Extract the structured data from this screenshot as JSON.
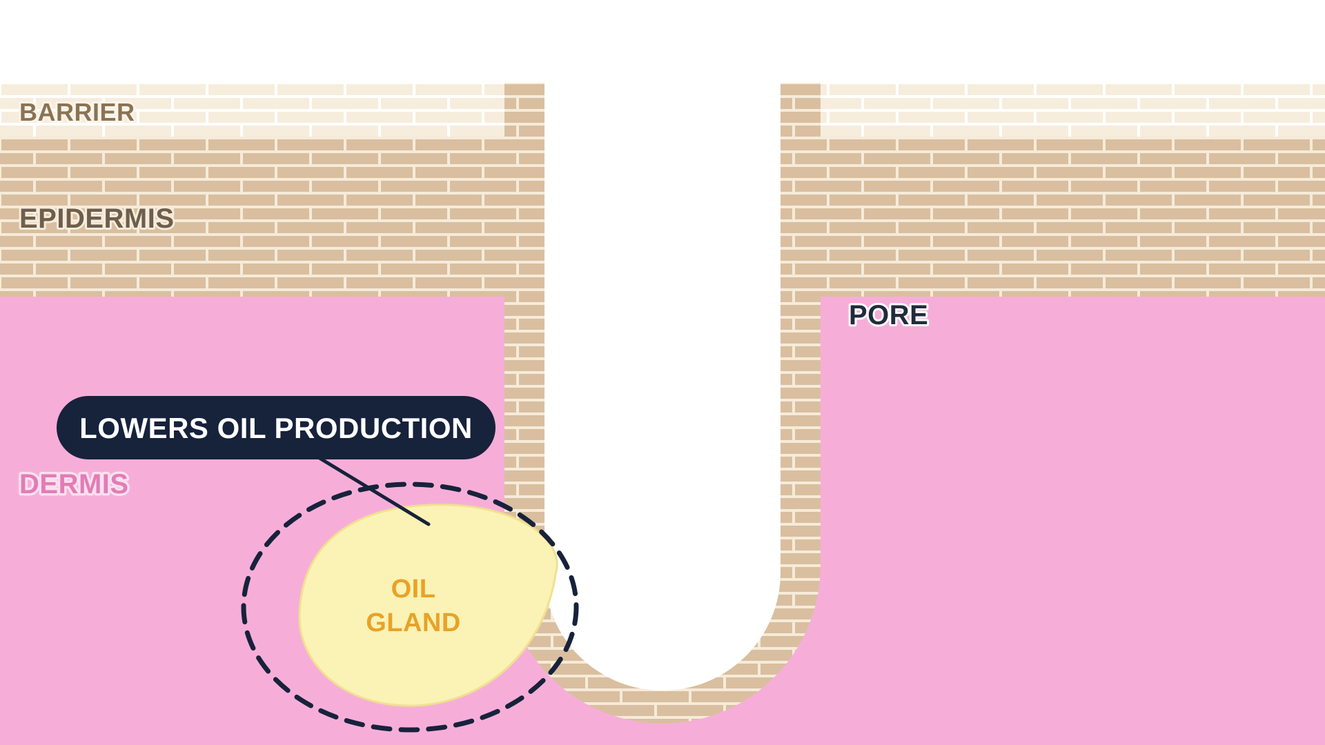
{
  "labels": {
    "barrier": "BARRIER",
    "epidermis": "EPIDERMIS",
    "dermis": "DERMIS",
    "pore": "PORE",
    "oil_gland_line1": "OIL",
    "oil_gland_line2": "GLAND",
    "callout": "LOWERS OIL PRODUCTION"
  },
  "colors": {
    "background": "#ffffff",
    "barrier_brick": "#f7eddd",
    "barrier_mortar": "#ffffff",
    "epidermis_brick": "#d9bf9f",
    "epidermis_mortar": "#f6ebda",
    "dermis": "#f6aed9",
    "dermis_text": "#e27cb6",
    "oil_gland_fill": "#faf3b5",
    "oil_gland_edge": "#f1e08f",
    "oil_gland_text": "#e9a227",
    "callout_bg": "#17223b",
    "callout_text": "#ffffff",
    "barrier_text": "#8a7355",
    "epidermis_text": "#6f5e4a",
    "pore_text": "#222b3c"
  }
}
